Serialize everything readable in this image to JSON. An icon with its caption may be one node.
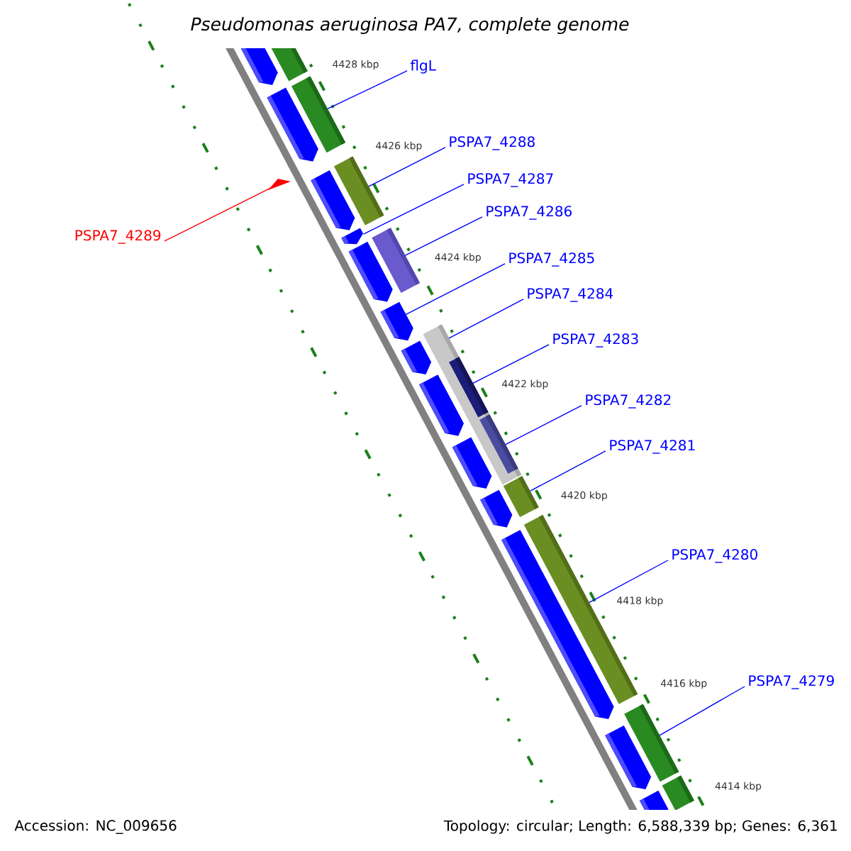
{
  "diagram": {
    "title": "Pseudomonas aeruginosa PA7, complete genome",
    "nodes": [
      {
        "text": [
          "flgL"
        ]
      },
      {
        "text": [
          "PSPA7_4288"
        ]
      },
      {
        "text": [
          "PSPA7_4287"
        ]
      },
      {
        "text": [
          "PSPA7_4286"
        ]
      },
      {
        "text": [
          "PSPA7_4289"
        ]
      },
      {
        "text": [
          "PSPA7_4285"
        ]
      },
      {
        "text": [
          "PSPA7_4284"
        ]
      },
      {
        "text": [
          "PSPA7_4283"
        ]
      },
      {
        "text": [
          "PSPA7_4282"
        ]
      },
      {
        "text": [
          "PSPA7_4281"
        ]
      },
      {
        "text": [
          "PSPA7_4280"
        ]
      },
      {
        "text": [
          "PSPA7_4279"
        ]
      },
      {
        "text": [],
        "shape": "pentagon"
      },
      {
        "text": [],
        "shape": "bar"
      },
      {
        "text": [],
        "shape": "pentagon"
      },
      {
        "text": [],
        "shape": "bar"
      },
      {
        "text": [],
        "shape": "triangle"
      },
      {
        "text": [],
        "shape": "bar"
      },
      {
        "text": [],
        "shape": "pentagon"
      },
      {
        "text": [],
        "shape": "pentagon"
      },
      {
        "text": [],
        "shape": "pentagon"
      },
      {
        "text": [],
        "shape": "bar"
      },
      {
        "text": [],
        "shape": "pentagon"
      },
      {
        "text": [],
        "shape": "bar"
      },
      {
        "text": [],
        "shape": "pentagon"
      },
      {
        "text": [],
        "shape": "bar",
        "in": 23
      },
      {
        "text": [],
        "shape": "pentagon"
      },
      {
        "text": [],
        "shape": "bar",
        "in": 23
      },
      {
        "text": [],
        "shape": "pentagon"
      },
      {
        "text": [],
        "shape": "bar"
      },
      {
        "text": [],
        "shape": "pentagon"
      },
      {
        "text": [],
        "shape": "bar"
      },
      {
        "text": [],
        "shape": "pentagon"
      },
      {
        "text": [],
        "shape": "bar"
      },
      {
        "text": [],
        "shape": "pentagon"
      },
      {
        "text": [],
        "shape": "bar"
      },
      {
        "text": [],
        "shape": "pentagon"
      }
    ],
    "edges": [
      {
        "from": 0,
        "to": 15,
        "arrow": "none"
      },
      {
        "from": 1,
        "to": 17,
        "arrow": "none"
      },
      {
        "from": 2,
        "to": 19,
        "arrow": "none"
      },
      {
        "from": 3,
        "to": 21,
        "arrow": "none"
      },
      {
        "from": 4,
        "to": 16,
        "arrow": "none",
        "color": "#ff0000"
      },
      {
        "from": 5,
        "to": 22,
        "arrow": "none"
      },
      {
        "from": 6,
        "to": 23,
        "arrow": "none"
      },
      {
        "from": 7,
        "to": 25,
        "arrow": "none"
      },
      {
        "from": 8,
        "to": 27,
        "arrow": "none"
      },
      {
        "from": 9,
        "to": 29,
        "arrow": "none"
      },
      {
        "from": 10,
        "to": 31,
        "arrow": "none"
      },
      {
        "from": 11,
        "to": 33,
        "arrow": "none"
      }
    ],
    "labels": [
      "4428 kbp",
      "4426 kbp",
      "4424 kbp",
      "4422 kbp",
      "4420 kbp",
      "4418 kbp",
      "4416 kbp",
      "4414 kbp",
      "Accession: NC_009656",
      "Topology: circular; Length: 6,588,339 bp; Genes: 6,361"
    ]
  }
}
